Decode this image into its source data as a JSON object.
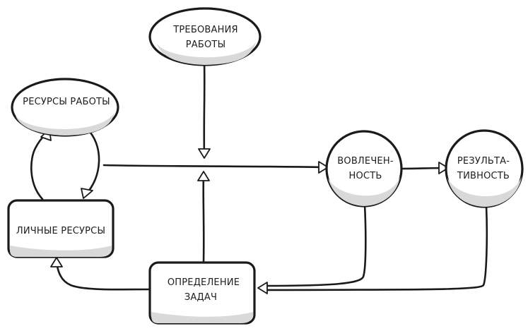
{
  "nodes": {
    "job_demands": {
      "line1": "ТРЕБОВАНИЯ",
      "line2": "РАБОТЫ"
    },
    "job_resources": {
      "label": "РЕСУРСЫ РАБОТЫ"
    },
    "personal_resources": {
      "label": "ЛИЧНЫЕ РЕСУРСЫ"
    },
    "job_crafting": {
      "line1": "ОПРЕДЕЛЕНИЕ",
      "line2": "ЗАДАЧ"
    },
    "engagement": {
      "line1": "ВОВЛЕЧЕН-",
      "line2": "НОСТЬ"
    },
    "performance": {
      "line1": "РЕЗУЛЬТА-",
      "line2": "ТИВНОСТЬ"
    }
  }
}
